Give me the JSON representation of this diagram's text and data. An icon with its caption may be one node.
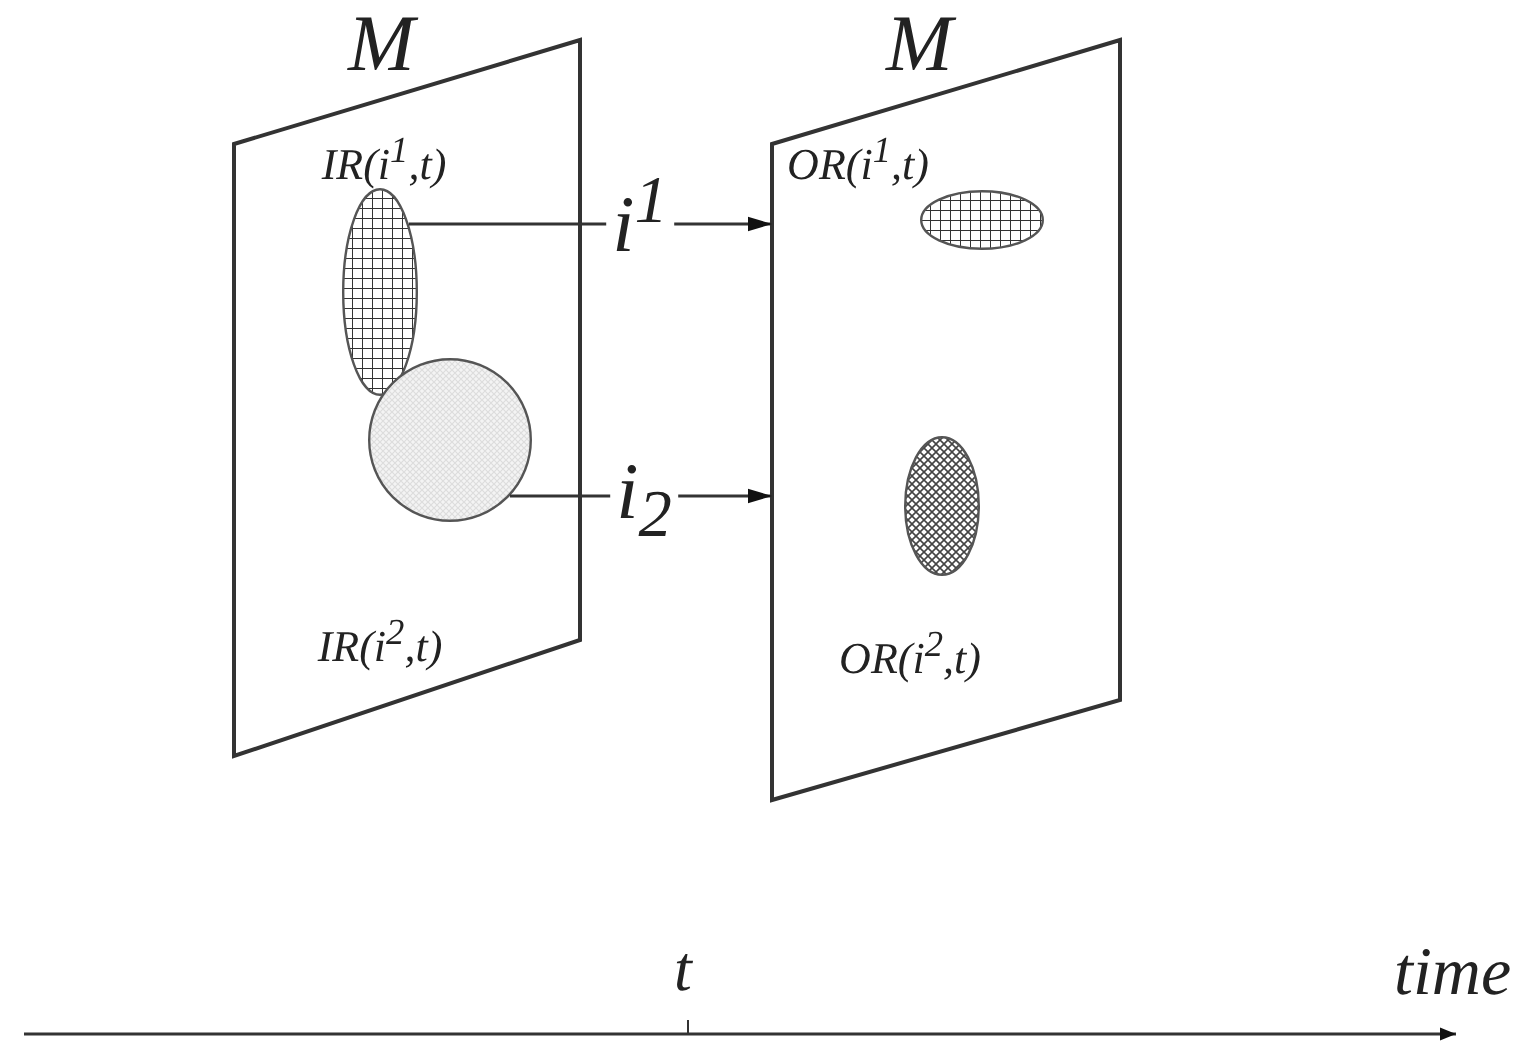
{
  "diagram": {
    "nodes": [
      {
        "text": [
          "M"
        ]
      },
      {
        "text": [],
        "shape": "ellipse",
        "in": 0,
        "beside": [
          "IR(i$^{1}$,t)"
        ]
      },
      {
        "text": [],
        "shape": "circle",
        "in": 0,
        "beside": [
          "IR(i$^{2}$,t)"
        ]
      },
      {
        "text": [
          "M"
        ]
      },
      {
        "text": [],
        "shape": "ellipse",
        "in": 3,
        "beside": [
          "OR(i$^{1}$,t)"
        ]
      },
      {
        "text": [],
        "shape": "ellipse",
        "in": 3,
        "beside": [
          "OR(i$^{2}$,t)"
        ]
      }
    ],
    "edges": [
      {
        "from": 1,
        "to": 3,
        "arrow": "to",
        "label": "i$^{1}$"
      },
      {
        "from": 2,
        "to": 3,
        "arrow": "to",
        "label": "i$_{2}$"
      }
    ],
    "labels": [
      "t",
      "time"
    ]
  }
}
